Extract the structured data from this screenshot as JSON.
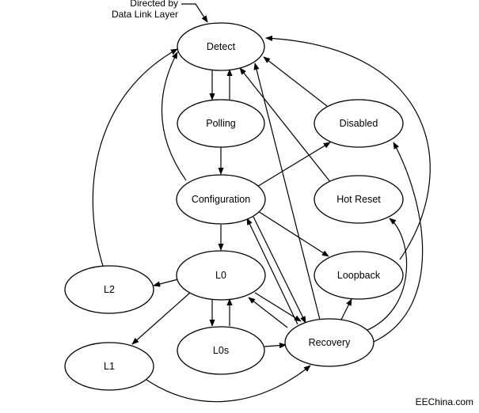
{
  "diagram": {
    "entry_note": [
      "Directed by",
      "Data Link Layer"
    ],
    "watermark": "EEChina.com",
    "states": {
      "detect": "Detect",
      "polling": "Polling",
      "configuration": "Configuration",
      "l0": "L0",
      "l0s": "L0s",
      "l1": "L1",
      "l2": "L2",
      "disabled": "Disabled",
      "hot_reset": "Hot Reset",
      "loopback": "Loopback",
      "recovery": "Recovery"
    }
  }
}
